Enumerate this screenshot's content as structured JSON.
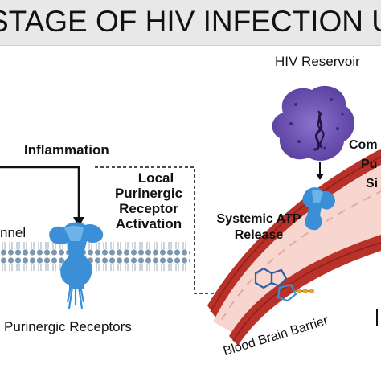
{
  "title": "STAGE OF HIV INFECTION U",
  "labels": {
    "inflammation": "Inflammation",
    "local_activation_1": "Local",
    "local_activation_2": "Purinergic",
    "local_activation_3": "Receptor",
    "local_activation_4": "Activation",
    "channel_partial": "nnel",
    "purinergic_receptors": "Purinergic Receptors",
    "hiv_reservoir": "HIV Reservoir",
    "systemic_atp_1": "Systemic ATP",
    "systemic_atp_2": "Release",
    "com_partial": "Com",
    "pu_partial": "Pu",
    "si_partial": "Si",
    "blood_brain_barrier": "Blood Brain Barrier"
  },
  "colors": {
    "receptor": "#3a8fd6",
    "receptor_light": "#6db3ea",
    "membrane_head": "#7c96ad",
    "cell": "#6a4fb3",
    "vessel": "#b8322a",
    "vessel_inner": "#f6d6cf"
  }
}
